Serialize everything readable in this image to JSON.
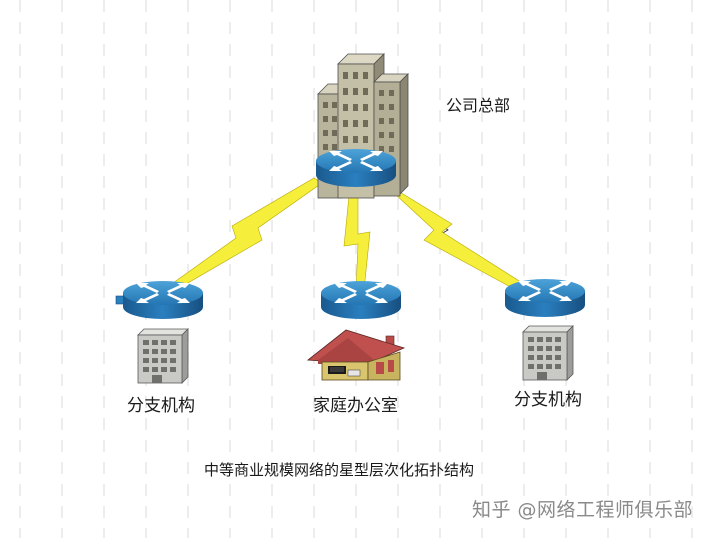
{
  "labels": {
    "headquarters": "公司总部",
    "branch_left": "分支机构",
    "home_office": "家庭办公室",
    "branch_right": "分支机构"
  },
  "caption": "中等商业规模网络的星型层次化拓扑结构",
  "watermark": "知乎 @网络工程师俱乐部",
  "colors": {
    "router_top": "#2f8bc8",
    "router_side": "#1a5f96",
    "link": "#f5ee3a",
    "building_hq": "#bdb8a1",
    "building_branch": "#c7c7c4",
    "house_roof": "#b84a48",
    "house_wall": "#d9c56e"
  },
  "icons": [
    "hq-building-icon",
    "router-icon",
    "lightning-link-icon",
    "branch-building-icon",
    "house-icon"
  ]
}
